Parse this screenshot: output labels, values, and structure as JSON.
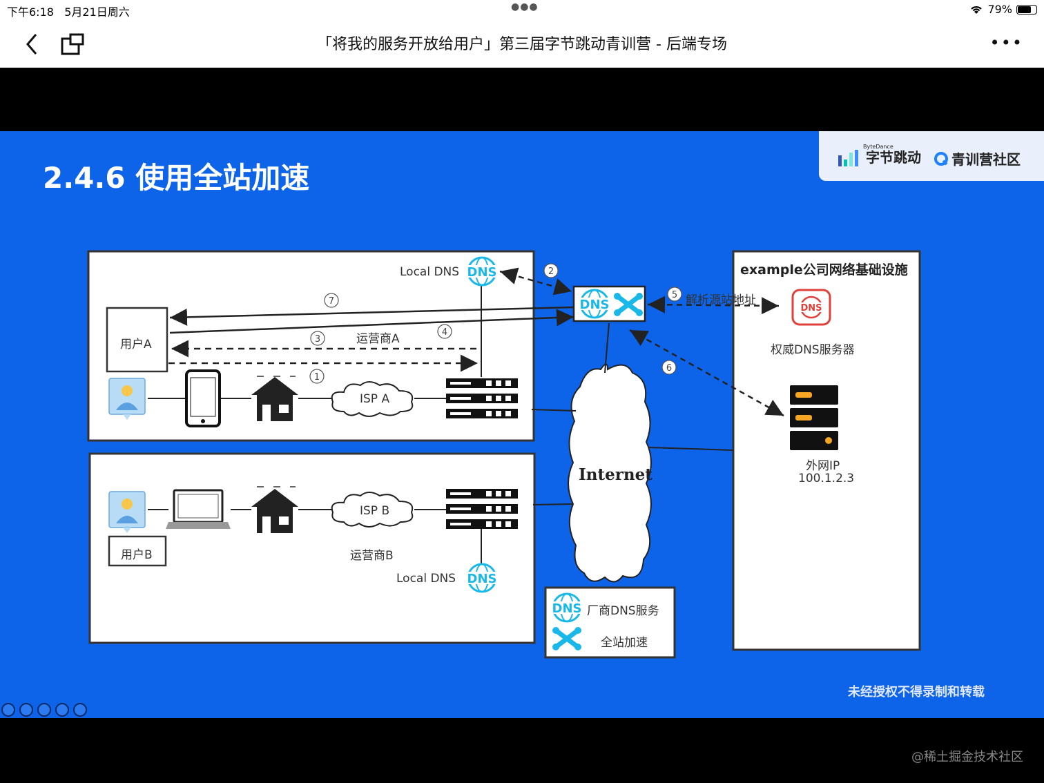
{
  "status": {
    "time": "下午6:18",
    "date": "5月21日周六",
    "battery": "79%",
    "battery_level": 0.79
  },
  "nav": {
    "title": "「将我的服务开放给用户」第三届字节跳动青训营 - 后端专场"
  },
  "slide": {
    "title": "2.4.6 使用全站加速",
    "logo_small": "ByteDance",
    "logo_bytedance": "字节跳动",
    "logo_community": "青训营社区",
    "watermark": "未经授权不得录制和转载"
  },
  "diagram": {
    "local_dns_a": "Local DNS",
    "local_dns_b": "Local DNS",
    "user_a": "用户A",
    "user_b": "用户B",
    "isp_a": "ISP A",
    "isp_b": "ISP B",
    "carrier_a": "运营商A",
    "carrier_b": "运营商B",
    "internet": "Internet",
    "infra_title": "example公司网络基础设施",
    "resolve_label": "解析源站地址",
    "auth_dns": "权威DNS服务器",
    "public_ip_label": "外网IP",
    "public_ip": "100.1.2.3",
    "legend_dns": "厂商DNS服务",
    "legend_accel": "全站加速",
    "dns_icon_text": "DNS",
    "steps": [
      "1",
      "2",
      "3",
      "4",
      "5",
      "6",
      "7"
    ]
  },
  "colors": {
    "slide_bg": "#0e64e8",
    "dns_cyan": "#1ab8e8",
    "red_dns": "#e0403a",
    "server_orange": "#f5a623"
  },
  "credit": "@稀土掘金技术社区"
}
